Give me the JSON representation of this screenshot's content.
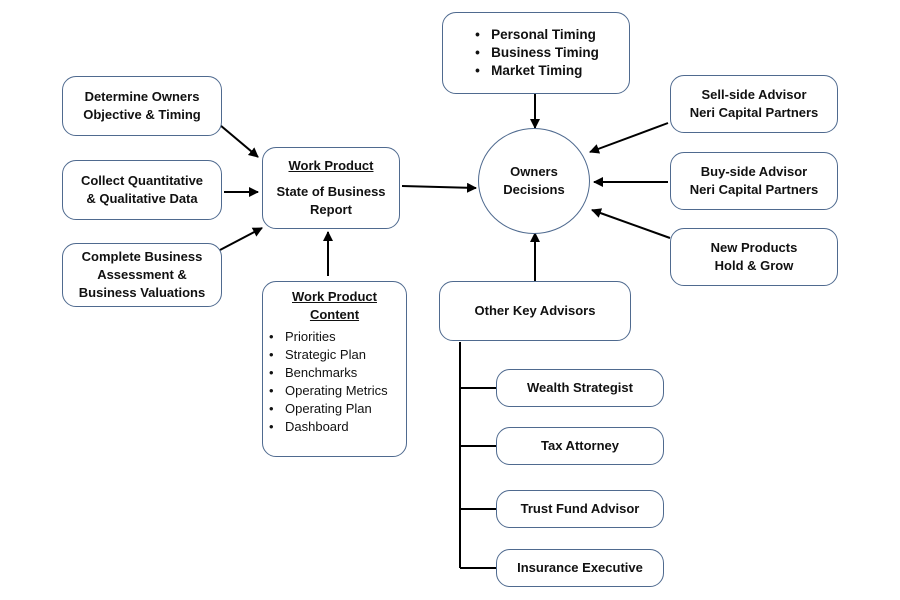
{
  "timing": {
    "items": [
      "Personal Timing",
      "Business Timing",
      "Market Timing"
    ]
  },
  "determine": {
    "lines": [
      "Determine Owners",
      "Objective & Timing"
    ]
  },
  "collect": {
    "lines": [
      "Collect Quantitative",
      "& Qualitative Data"
    ]
  },
  "complete": {
    "lines": [
      "Complete Business",
      "Assessment &",
      "Business Valuations"
    ]
  },
  "work_product": {
    "heading": "Work Product",
    "lines": [
      "State of Business",
      "Report"
    ]
  },
  "content": {
    "heading_lines": [
      "Work Product",
      "Content"
    ],
    "items": [
      "Priorities",
      "Strategic Plan",
      "Benchmarks",
      "Operating Metrics",
      "Operating Plan",
      "Dashboard"
    ]
  },
  "decisions": {
    "lines": [
      "Owners",
      "Decisions"
    ]
  },
  "sell_side": {
    "lines": [
      "Sell-side Advisor",
      "Neri Capital Partners"
    ]
  },
  "buy_side": {
    "lines": [
      "Buy-side Advisor",
      "Neri Capital Partners"
    ]
  },
  "new_products": {
    "lines": [
      "New Products",
      "Hold & Grow"
    ]
  },
  "other_advisors": {
    "label": "Other Key Advisors"
  },
  "advisors": [
    "Wealth Strategist",
    "Tax Attorney",
    "Trust Fund Advisor",
    "Insurance Executive"
  ]
}
